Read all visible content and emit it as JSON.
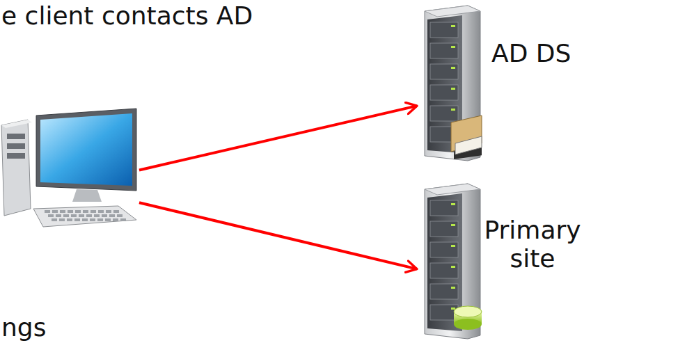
{
  "diagram": {
    "nodes": [
      {
        "text": []
      },
      {
        "text": [
          "AD DS"
        ]
      },
      {
        "text": [
          "Primary site"
        ]
      }
    ],
    "edges": [
      {
        "from": 0,
        "to": 1,
        "arrow": "to"
      },
      {
        "from": 0,
        "to": 2,
        "arrow": "to"
      }
    ],
    "labels": [
      "e client contacts AD",
      "ngs"
    ]
  }
}
